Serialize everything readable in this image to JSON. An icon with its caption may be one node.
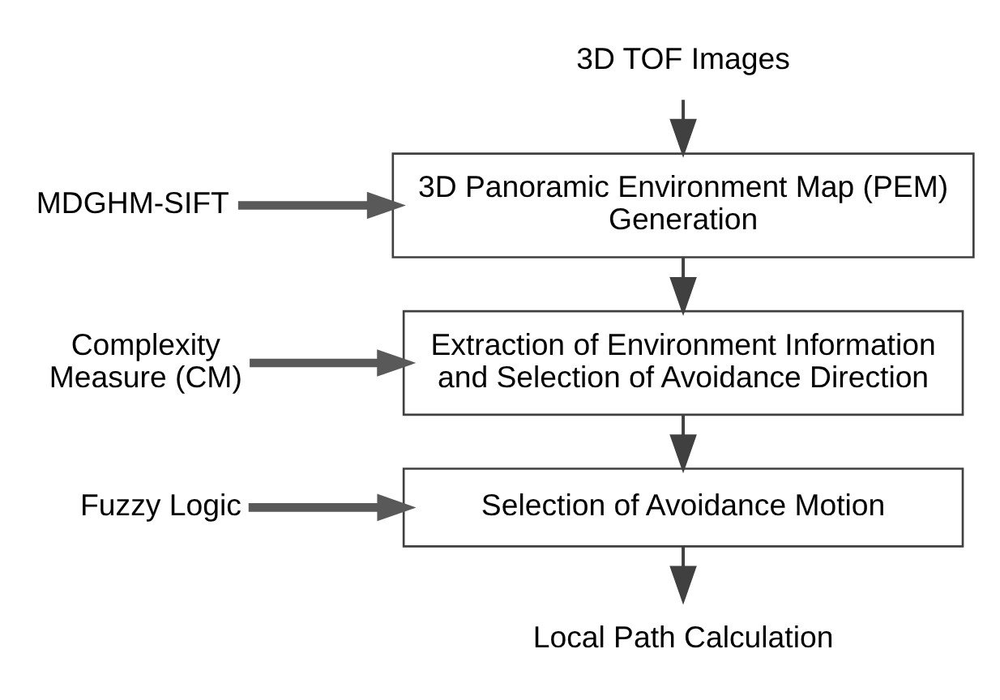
{
  "diagram": {
    "nodes": [
      {
        "text": [
          "3D TOF Images"
        ]
      },
      {
        "text": [
          "3D Panoramic Environment Map (PEM) Generation"
        ]
      },
      {
        "text": [
          "Extraction of Environment Information and Selection of Avoidance Direction"
        ]
      },
      {
        "text": [
          "Selection of Avoidance Motion"
        ]
      },
      {
        "text": [
          "Local Path Calculation"
        ]
      },
      {
        "text": [
          "MDGHM-SIFT"
        ]
      },
      {
        "text": [
          "Complexity Measure (CM)"
        ]
      },
      {
        "text": [
          "Fuzzy Logic"
        ]
      }
    ],
    "edges": [
      {
        "from": 0,
        "to": 1,
        "arrow": "to"
      },
      {
        "from": 1,
        "to": 2,
        "arrow": "to"
      },
      {
        "from": 2,
        "to": 3,
        "arrow": "to"
      },
      {
        "from": 3,
        "to": 4,
        "arrow": "to"
      },
      {
        "from": 5,
        "to": 1,
        "arrow": "to",
        "style": "thick",
        "color": "#595959"
      },
      {
        "from": 6,
        "to": 2,
        "arrow": "to",
        "style": "thick",
        "color": "#595959"
      },
      {
        "from": 7,
        "to": 3,
        "arrow": "to",
        "style": "thick",
        "color": "#595959"
      }
    ]
  }
}
